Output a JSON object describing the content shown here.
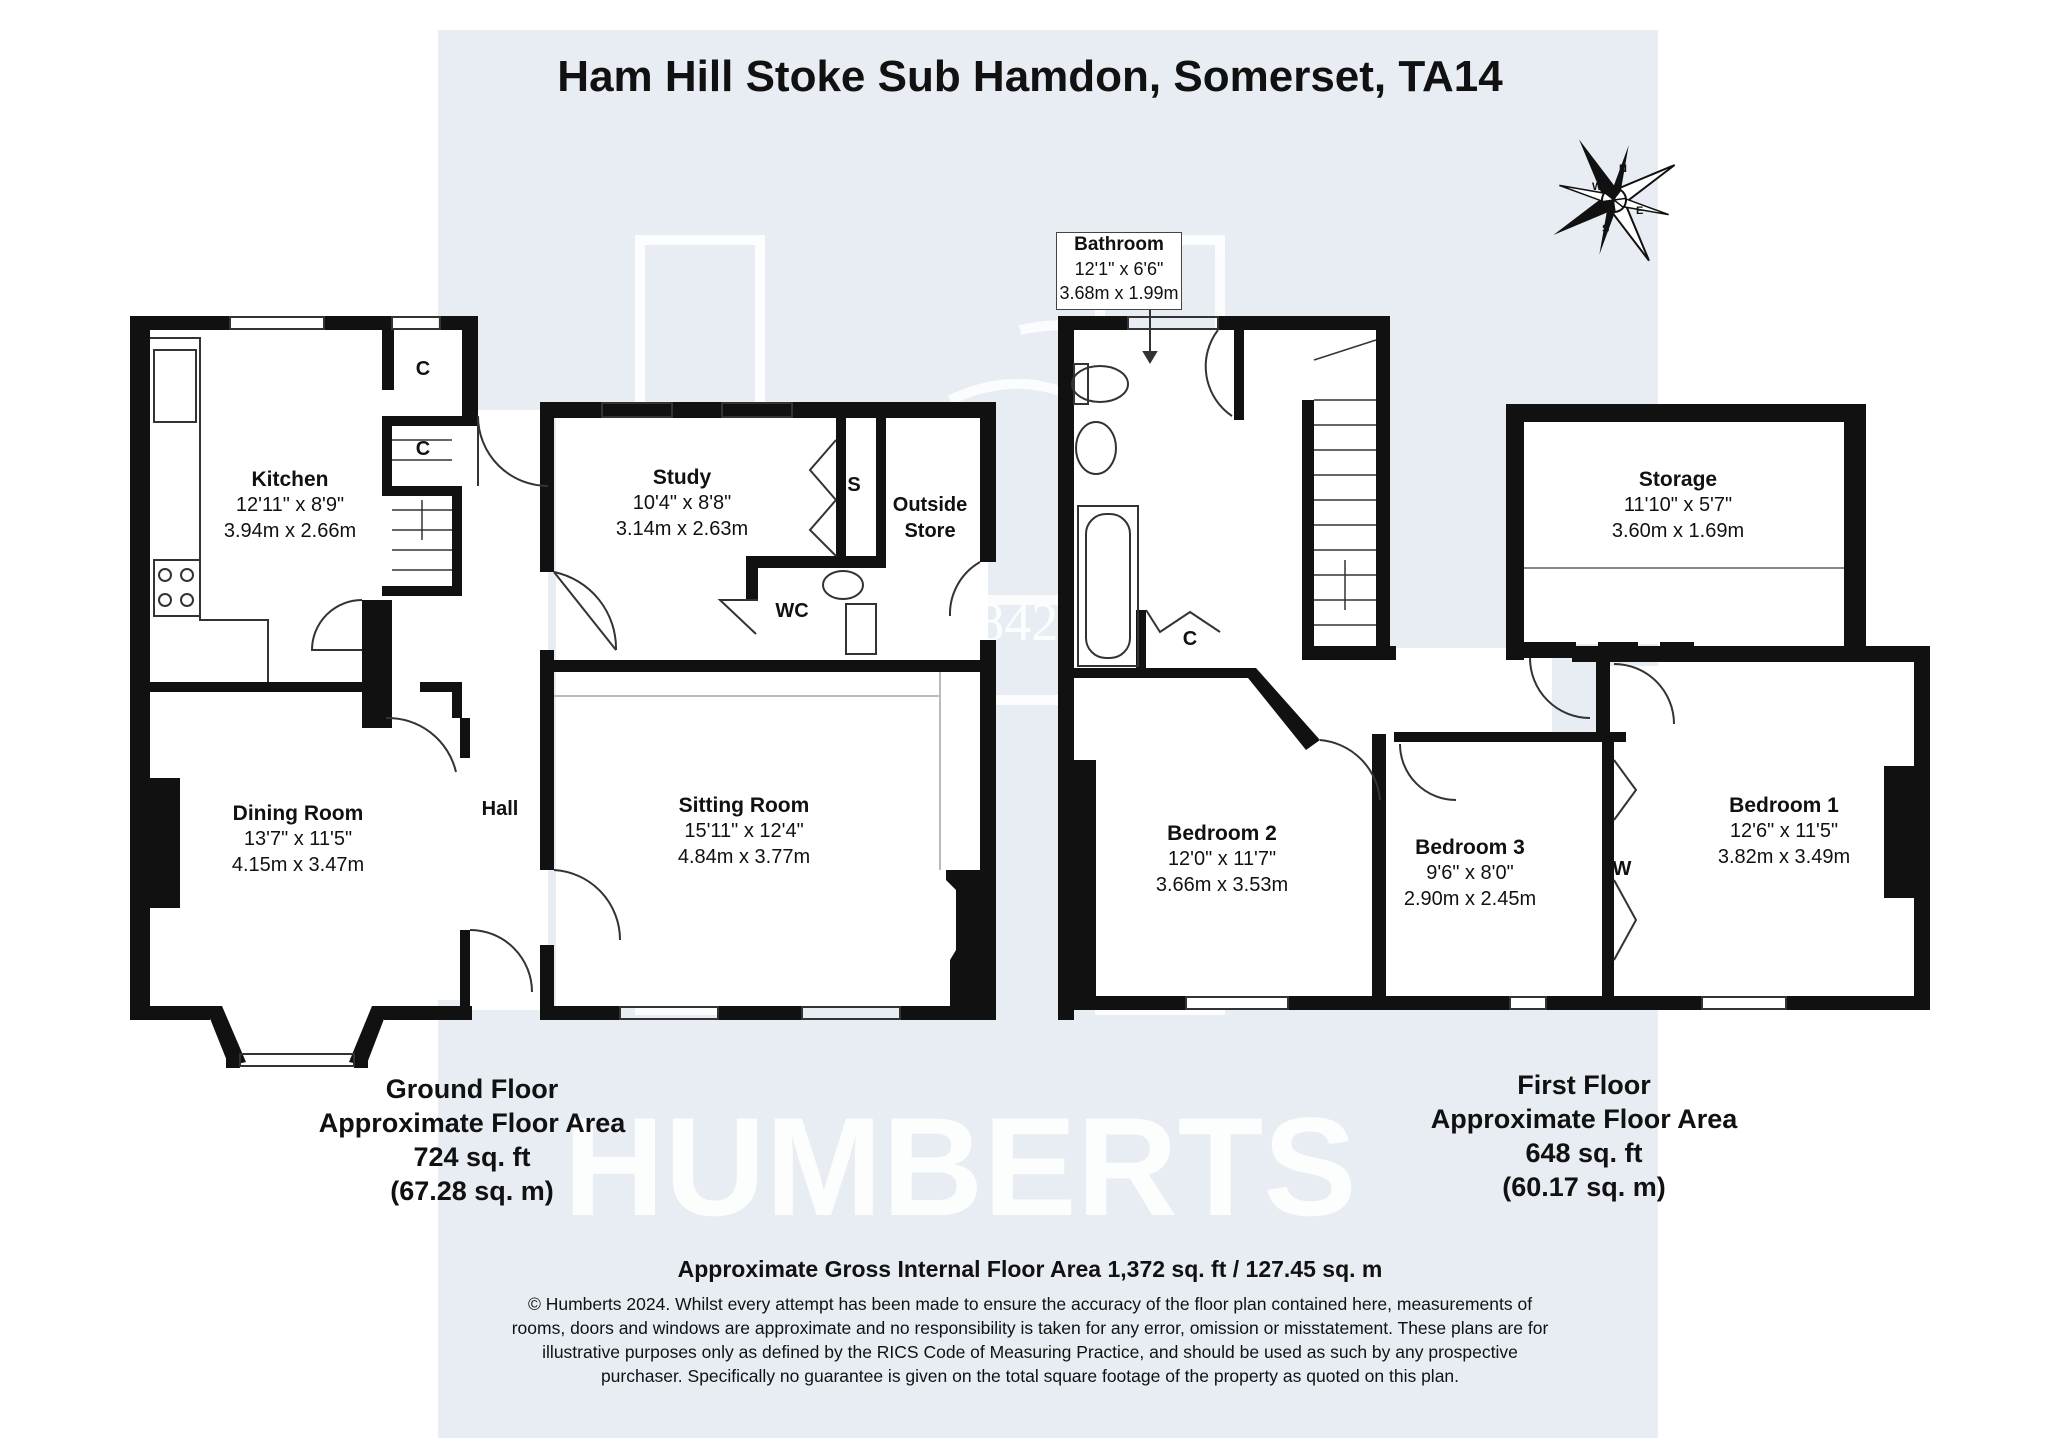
{
  "title": "Ham Hill Stoke Sub Hamdon, Somerset,  TA14",
  "watermark": {
    "brand": "HUMBERTS",
    "established": "ESTD 1842"
  },
  "ground_floor": {
    "rooms": {
      "kitchen": {
        "name": "Kitchen",
        "imperial": "12'11\" x 8'9\"",
        "metric": "3.94m x 2.66m"
      },
      "dining": {
        "name": "Dining Room",
        "imperial": "13'7\" x 11'5\"",
        "metric": "4.15m x 3.47m"
      },
      "study": {
        "name": "Study",
        "imperial": "10'4\" x 8'8\"",
        "metric": "3.14m x 2.63m"
      },
      "sitting": {
        "name": "Sitting Room",
        "imperial": "15'11\" x 12'4\"",
        "metric": "4.84m x 3.77m"
      }
    },
    "labels": {
      "hall": "Hall",
      "outside_store_1": "Outside",
      "outside_store_2": "Store",
      "wc": "WC",
      "s": "S",
      "c1": "C",
      "c2": "C"
    },
    "summary": {
      "line1": "Ground Floor",
      "line2": "Approximate Floor Area",
      "line3": "724 sq. ft",
      "line4": "(67.28 sq. m)"
    }
  },
  "first_floor": {
    "rooms": {
      "bathroom": {
        "name": "Bathroom",
        "imperial": "12'1\" x 6'6\"",
        "metric": "3.68m x 1.99m"
      },
      "storage": {
        "name": "Storage",
        "imperial": "11'10\" x 5'7\"",
        "metric": "3.60m x 1.69m"
      },
      "bedroom2": {
        "name": "Bedroom 2",
        "imperial": "12'0\" x 11'7\"",
        "metric": "3.66m x 3.53m"
      },
      "bedroom3": {
        "name": "Bedroom 3",
        "imperial": "9'6\" x 8'0\"",
        "metric": "2.90m x 2.45m"
      },
      "bedroom1": {
        "name": "Bedroom 1",
        "imperial": "12'6\" x 11'5\"",
        "metric": "3.82m x 3.49m"
      }
    },
    "labels": {
      "c": "C",
      "w": "W"
    },
    "summary": {
      "line1": "First Floor",
      "line2": "Approximate Floor Area",
      "line3": "648 sq. ft",
      "line4": "(60.17 sq. m)"
    }
  },
  "gross_area": "Approximate Gross Internal Floor Area 1,372 sq. ft / 127.45 sq. m",
  "disclaimer": "© Humberts 2024. Whilst every attempt has been made to ensure the accuracy of the floor plan contained here, measurements of rooms, doors and windows are approximate and no responsibility is taken for any error, omission or misstatement. These plans are for illustrative purposes only as defined by the RICS Code of Measuring Practice, and should be used as such by any prospective purchaser. Specifically no guarantee is given on the total square footage of the property as quoted on this plan.",
  "compass": {
    "n": "N",
    "e": "E",
    "s": "S",
    "w": "W"
  },
  "colors": {
    "walls": "#111111",
    "panel": "#e7edf3",
    "watermark": "#f7f9fb"
  }
}
